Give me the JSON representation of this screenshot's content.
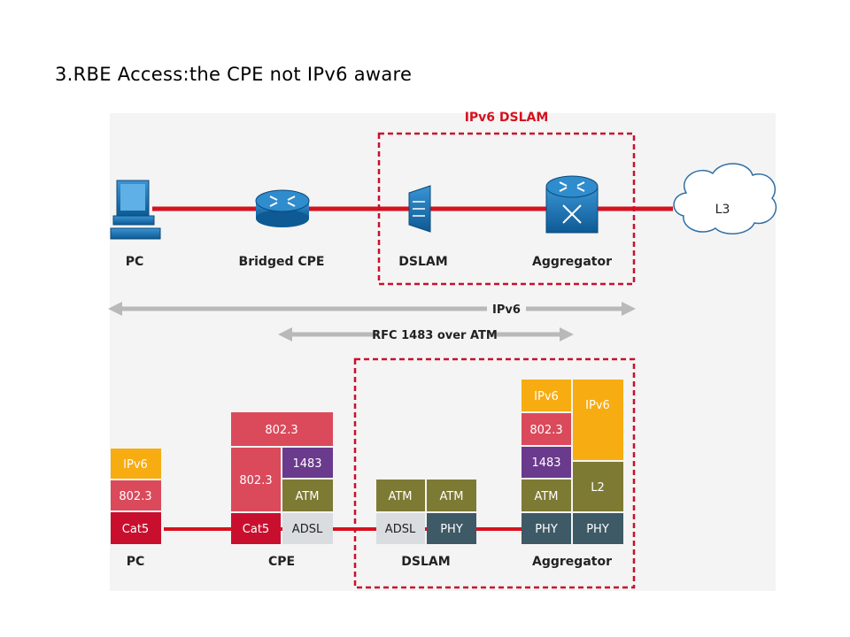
{
  "title": "3.RBE Access:the CPE not IPv6 aware",
  "top_section": {
    "region_label": "IPv6 DSLAM",
    "devices": {
      "pc": "PC",
      "cpe": "Bridged CPE",
      "dslam": "DSLAM",
      "aggregator": "Aggregator",
      "cloud": "L3"
    },
    "arrows": {
      "ipv6": "IPv6",
      "rfc": "RFC 1483 over ATM"
    }
  },
  "stacks": {
    "pc": {
      "label": "PC",
      "layers": [
        "IPv6",
        "802.3",
        "Cat5"
      ]
    },
    "cpe": {
      "label": "CPE",
      "top": "802.3",
      "left": [
        "802.3",
        "Cat5"
      ],
      "right": [
        "1483",
        "ATM",
        "ADSL"
      ]
    },
    "dslam": {
      "label": "DSLAM",
      "left": [
        "ATM",
        "ADSL"
      ],
      "right": [
        "ATM",
        "PHY"
      ]
    },
    "aggregator": {
      "label": "Aggregator",
      "left": [
        "IPv6",
        "802.3",
        "1483",
        "ATM",
        "PHY"
      ],
      "right": [
        "IPv6",
        "L2",
        "PHY"
      ]
    }
  },
  "colors": {
    "line_red": "#d6121f",
    "ipv6": "#f7ac12",
    "l802": "#da4a5b",
    "cat5": "#c8102e",
    "l1483": "#6a3a8c",
    "atm": "#7d7a34",
    "adsl": "#d9dde0",
    "phy": "#3d5a66",
    "device_blue": "#1872b4",
    "dashed": "#c8102e",
    "arrow_grey": "#b9b9b9"
  }
}
